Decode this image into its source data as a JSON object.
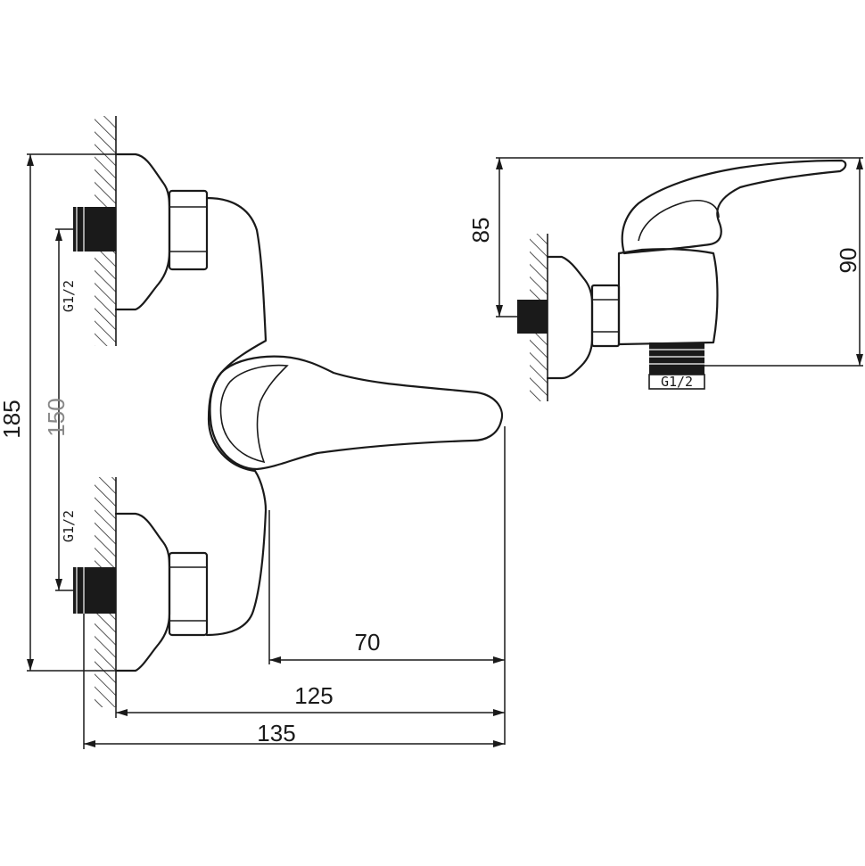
{
  "front_view": {
    "dim_total_height": "185",
    "dim_inlet_spacing": "150",
    "dim_handle_depth": "70",
    "dim_body_depth": "125",
    "dim_overall_depth": "135",
    "thread_upper": "G1/2",
    "thread_lower": "G1/2"
  },
  "side_view": {
    "dim_handle_height": "85",
    "dim_outlet_height": "90",
    "thread_outlet": "G1/2"
  }
}
